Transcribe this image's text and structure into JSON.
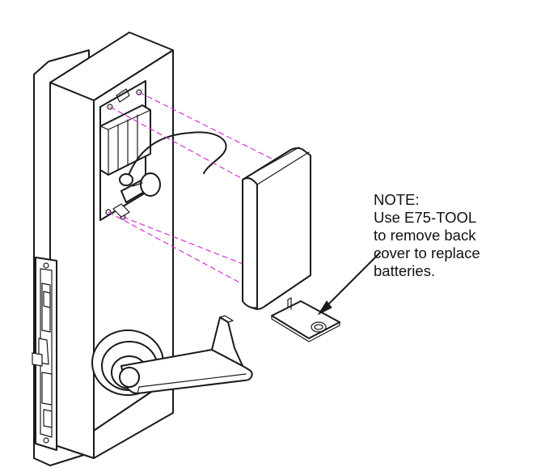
{
  "note": {
    "lines": [
      "NOTE:",
      "Use E75-TOOL",
      "to remove back",
      "cover to replace",
      "batteries."
    ]
  },
  "colors": {
    "line": "#1a1a1a",
    "guide_dash": "#d633d6",
    "background": "#ffffff"
  }
}
